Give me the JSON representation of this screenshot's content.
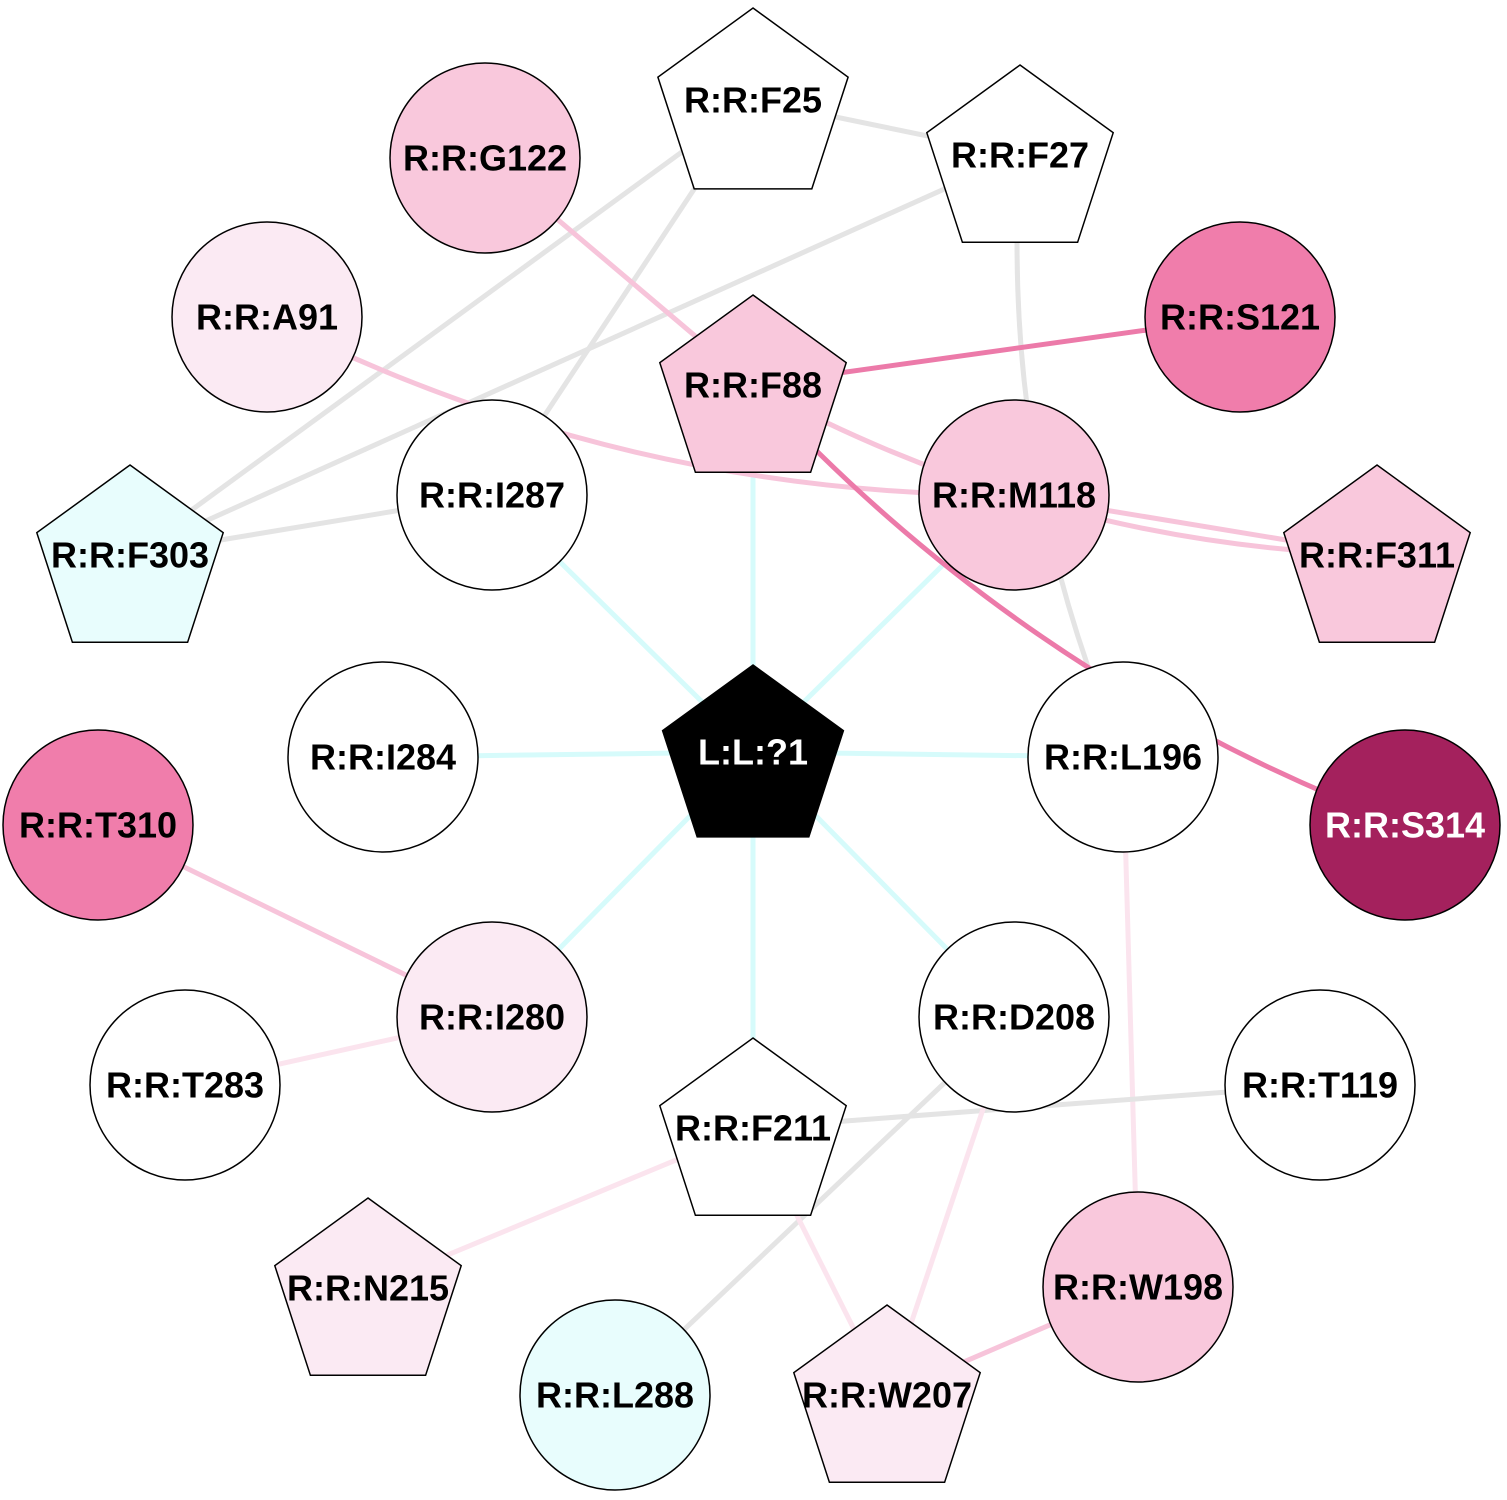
{
  "colors": {
    "white": "#ffffff",
    "cyan": "#e8fdfd",
    "pink_light": "#fbeaf3",
    "pink": "#f9c8dc",
    "pink_strong": "#f07dab",
    "magenta_dark": "#a4215d",
    "black": "#000000",
    "edge_gray": "#e4e4e4",
    "edge_cyan": "#d6fbfb",
    "edge_pink_light": "#fbe4ee",
    "edge_pink": "#f7c4da",
    "edge_pink_strong": "#ec7aa9"
  },
  "nodes": [
    {
      "id": "L1",
      "label": "L:L:?1",
      "shape": "pentagon",
      "fill": "black",
      "text": "white"
    },
    {
      "id": "F25",
      "label": "R:R:F25",
      "shape": "pentagon",
      "fill": "white",
      "text": "black"
    },
    {
      "id": "F27",
      "label": "R:R:F27",
      "shape": "pentagon",
      "fill": "white",
      "text": "black"
    },
    {
      "id": "G122",
      "label": "R:R:G122",
      "shape": "circle",
      "fill": "pink",
      "text": "black"
    },
    {
      "id": "A91",
      "label": "R:R:A91",
      "shape": "circle",
      "fill": "pink_light",
      "text": "black"
    },
    {
      "id": "S121",
      "label": "R:R:S121",
      "shape": "circle",
      "fill": "pink_strong",
      "text": "black"
    },
    {
      "id": "F88",
      "label": "R:R:F88",
      "shape": "pentagon",
      "fill": "pink",
      "text": "black"
    },
    {
      "id": "I287",
      "label": "R:R:I287",
      "shape": "circle",
      "fill": "white",
      "text": "black"
    },
    {
      "id": "M118",
      "label": "R:R:M118",
      "shape": "circle",
      "fill": "pink",
      "text": "black"
    },
    {
      "id": "F303",
      "label": "R:R:F303",
      "shape": "pentagon",
      "fill": "cyan",
      "text": "black"
    },
    {
      "id": "F311",
      "label": "R:R:F311",
      "shape": "pentagon",
      "fill": "pink",
      "text": "black"
    },
    {
      "id": "I284",
      "label": "R:R:I284",
      "shape": "circle",
      "fill": "white",
      "text": "black"
    },
    {
      "id": "L196",
      "label": "R:R:L196",
      "shape": "circle",
      "fill": "white",
      "text": "black"
    },
    {
      "id": "T310",
      "label": "R:R:T310",
      "shape": "circle",
      "fill": "pink_strong",
      "text": "black"
    },
    {
      "id": "S314",
      "label": "R:R:S314",
      "shape": "circle",
      "fill": "magenta_dark",
      "text": "white"
    },
    {
      "id": "I280",
      "label": "R:R:I280",
      "shape": "circle",
      "fill": "pink_light",
      "text": "black"
    },
    {
      "id": "D208",
      "label": "R:R:D208",
      "shape": "circle",
      "fill": "white",
      "text": "black"
    },
    {
      "id": "T283",
      "label": "R:R:T283",
      "shape": "circle",
      "fill": "white",
      "text": "black"
    },
    {
      "id": "T119",
      "label": "R:R:T119",
      "shape": "circle",
      "fill": "white",
      "text": "black"
    },
    {
      "id": "F211",
      "label": "R:R:F211",
      "shape": "pentagon",
      "fill": "white",
      "text": "black"
    },
    {
      "id": "N215",
      "label": "R:R:N215",
      "shape": "pentagon",
      "fill": "pink_light",
      "text": "black"
    },
    {
      "id": "W198",
      "label": "R:R:W198",
      "shape": "circle",
      "fill": "pink",
      "text": "black"
    },
    {
      "id": "L288",
      "label": "R:R:L288",
      "shape": "circle",
      "fill": "cyan",
      "text": "black"
    },
    {
      "id": "W207",
      "label": "R:R:W207",
      "shape": "pentagon",
      "fill": "pink_light",
      "text": "black"
    }
  ],
  "edges": [
    {
      "from": "L1",
      "to": "F88",
      "color": "edge_cyan"
    },
    {
      "from": "L1",
      "to": "I287",
      "color": "edge_cyan"
    },
    {
      "from": "L1",
      "to": "M118",
      "color": "edge_cyan"
    },
    {
      "from": "L1",
      "to": "I284",
      "color": "edge_cyan"
    },
    {
      "from": "L1",
      "to": "L196",
      "color": "edge_cyan"
    },
    {
      "from": "L1",
      "to": "I280",
      "color": "edge_cyan"
    },
    {
      "from": "L1",
      "to": "D208",
      "color": "edge_cyan"
    },
    {
      "from": "L1",
      "to": "F211",
      "color": "edge_cyan"
    },
    {
      "from": "F25",
      "to": "F27",
      "color": "edge_gray"
    },
    {
      "from": "F25",
      "to": "F303",
      "color": "edge_gray"
    },
    {
      "from": "F25",
      "to": "I287",
      "color": "edge_gray"
    },
    {
      "from": "F27",
      "to": "F303",
      "color": "edge_gray"
    },
    {
      "from": "F27",
      "to": "L196",
      "color": "edge_gray",
      "curve": true
    },
    {
      "from": "I287",
      "to": "F303",
      "color": "edge_gray"
    },
    {
      "from": "G122",
      "to": "F88",
      "color": "edge_pink"
    },
    {
      "from": "A91",
      "to": "M118",
      "color": "edge_pink",
      "curve": true
    },
    {
      "from": "F88",
      "to": "S121",
      "color": "edge_pink_strong"
    },
    {
      "from": "F88",
      "to": "F311",
      "color": "edge_pink",
      "curve": true
    },
    {
      "from": "F88",
      "to": "S314",
      "color": "edge_pink_strong",
      "curve": true
    },
    {
      "from": "M118",
      "to": "F311",
      "color": "edge_pink"
    },
    {
      "from": "T310",
      "to": "I280",
      "color": "edge_pink"
    },
    {
      "from": "I280",
      "to": "T283",
      "color": "edge_pink_light"
    },
    {
      "from": "L196",
      "to": "W198",
      "color": "edge_pink_light"
    },
    {
      "from": "F211",
      "to": "T119",
      "color": "edge_gray"
    },
    {
      "from": "D208",
      "to": "L288",
      "color": "edge_gray"
    },
    {
      "from": "D208",
      "to": "W207",
      "color": "edge_pink_light"
    },
    {
      "from": "F211",
      "to": "N215",
      "color": "edge_pink_light"
    },
    {
      "from": "F211",
      "to": "W207",
      "color": "edge_pink_light"
    },
    {
      "from": "W198",
      "to": "W207",
      "color": "edge_pink"
    }
  ]
}
